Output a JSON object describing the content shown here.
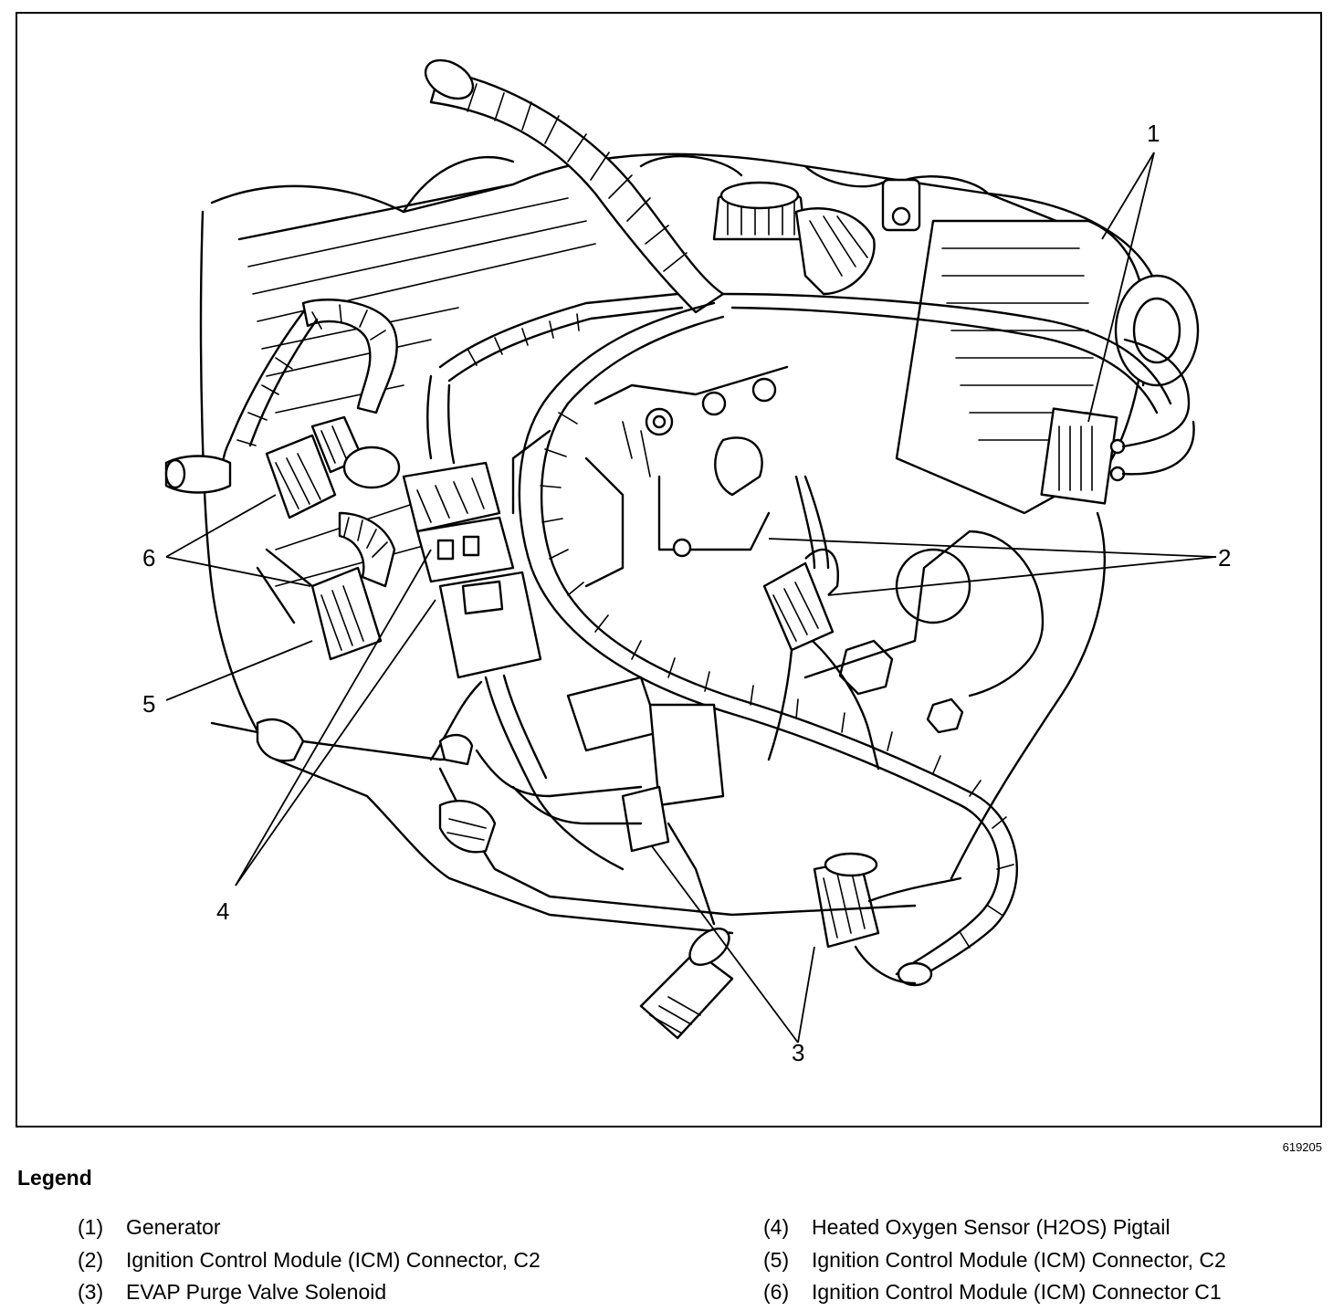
{
  "figure": {
    "id": "619205",
    "callouts": [
      "1",
      "2",
      "3",
      "4",
      "5",
      "6"
    ]
  },
  "legend": {
    "title": "Legend",
    "items": [
      {
        "num": "(1)",
        "label": "Generator"
      },
      {
        "num": "(2)",
        "label": "Ignition Control Module (ICM) Connector, C2"
      },
      {
        "num": "(3)",
        "label": "EVAP Purge Valve Solenoid"
      },
      {
        "num": "(4)",
        "label": "Heated Oxygen Sensor (H2OS) Pigtail"
      },
      {
        "num": "(5)",
        "label": "Ignition Control Module (ICM) Connector, C2"
      },
      {
        "num": "(6)",
        "label": "Ignition Control Module (ICM) Connector C1"
      }
    ]
  }
}
